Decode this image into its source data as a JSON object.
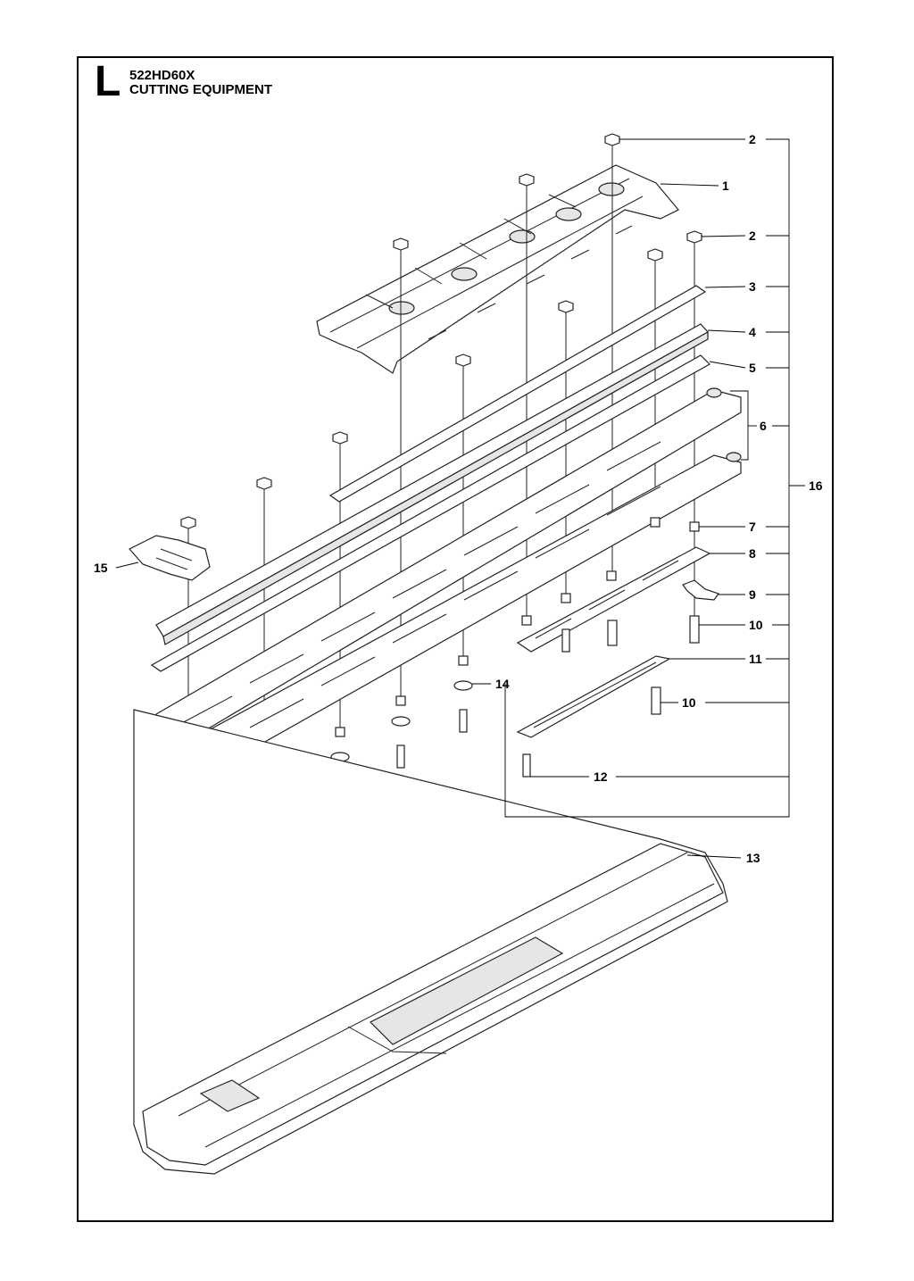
{
  "header": {
    "section_letter": "L",
    "model": "522HD60X",
    "title": "CUTTING EQUIPMENT"
  },
  "callouts": [
    {
      "id": "c2a",
      "label": "2"
    },
    {
      "id": "c1",
      "label": "1"
    },
    {
      "id": "c2b",
      "label": "2"
    },
    {
      "id": "c3",
      "label": "3"
    },
    {
      "id": "c4",
      "label": "4"
    },
    {
      "id": "c5",
      "label": "5"
    },
    {
      "id": "c6",
      "label": "6"
    },
    {
      "id": "c16",
      "label": "16"
    },
    {
      "id": "c7",
      "label": "7"
    },
    {
      "id": "c8",
      "label": "8"
    },
    {
      "id": "c15",
      "label": "15"
    },
    {
      "id": "c9",
      "label": "9"
    },
    {
      "id": "c10a",
      "label": "10"
    },
    {
      "id": "c11",
      "label": "11"
    },
    {
      "id": "c14",
      "label": "14"
    },
    {
      "id": "c10b",
      "label": "10"
    },
    {
      "id": "c12",
      "label": "12"
    },
    {
      "id": "c13",
      "label": "13"
    }
  ]
}
